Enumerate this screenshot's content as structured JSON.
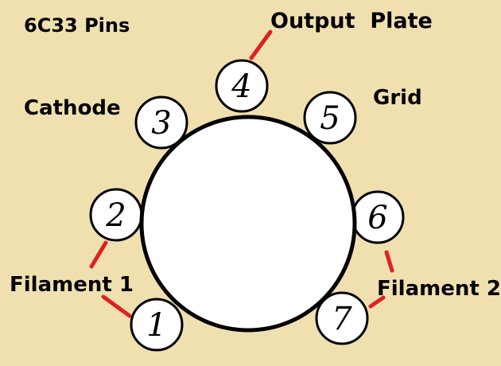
{
  "title": "6C33 Pins",
  "labels": {
    "output_plate": "Output  Plate",
    "grid": "Grid",
    "cathode": "Cathode",
    "filament1": "Filament 1",
    "filament2": "Filament 2"
  },
  "pins": [
    {
      "id": "pin-1",
      "number": "1"
    },
    {
      "id": "pin-2",
      "number": "2"
    },
    {
      "id": "pin-3",
      "number": "3"
    },
    {
      "id": "pin-4",
      "number": "4"
    },
    {
      "id": "pin-5",
      "number": "5"
    },
    {
      "id": "pin-6",
      "number": "6"
    },
    {
      "id": "pin-7",
      "number": "7"
    }
  ],
  "colors": {
    "background": "#f0e0b0",
    "outline": "#000000",
    "fill": "#ffffff",
    "leader": "#e02020"
  }
}
